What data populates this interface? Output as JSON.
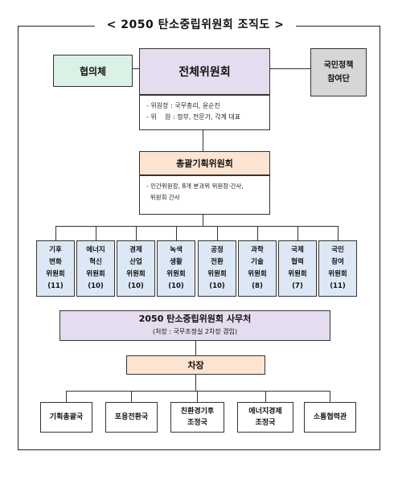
{
  "title": "< 2050 탄소중립위원회 조직도 >",
  "council": "협의체",
  "plenary": "전체위원회",
  "citizen_group": [
    "국민정책",
    "참여단"
  ],
  "plenary_notes": [
    "- 위원장 : 국무총리, 윤순진",
    "- 위    원 : 정부, 전문가, 각계 대표"
  ],
  "planning": "총괄기획위원회",
  "planning_notes": [
    "- 민간위원장, 8개 분과위 위원장·간사,",
    "  위원회 간사"
  ],
  "committees": [
    {
      "lines": [
        "기후",
        "변화",
        "위원회",
        "(11)"
      ]
    },
    {
      "lines": [
        "에너지",
        "혁신",
        "위원회",
        "(10)"
      ]
    },
    {
      "lines": [
        "경제",
        "산업",
        "위원회",
        "(10)"
      ]
    },
    {
      "lines": [
        "녹색",
        "생활",
        "위원회",
        "(10)"
      ]
    },
    {
      "lines": [
        "공정",
        "전환",
        "위원회",
        "(10)"
      ]
    },
    {
      "lines": [
        "과학",
        "기술",
        "위원회",
        "(8)"
      ]
    },
    {
      "lines": [
        "국제",
        "협력",
        "위원회",
        "(7)"
      ]
    },
    {
      "lines": [
        "국민",
        "참여",
        "위원회",
        "(11)"
      ]
    }
  ],
  "secretariat": "2050 탄소중립위원회 사무처",
  "secretariat_note": "(처장 : 국무조정실 2차장 겸임)",
  "vice_director": "차장",
  "bureaus": [
    {
      "lines": [
        "기획총괄국"
      ]
    },
    {
      "lines": [
        "포용전환국"
      ]
    },
    {
      "lines": [
        "친환경기후",
        "조정국"
      ]
    },
    {
      "lines": [
        "에너지경제",
        "조정국"
      ]
    },
    {
      "lines": [
        "소통협력관"
      ]
    }
  ]
}
